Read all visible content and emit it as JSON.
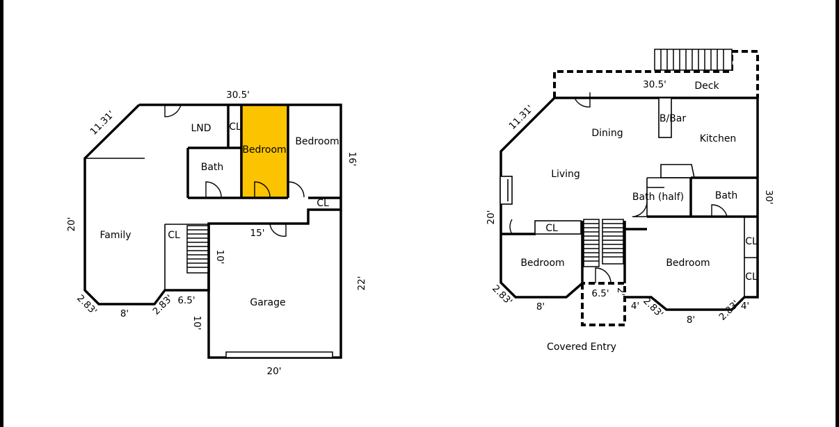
{
  "colors": {
    "highlight": "#FCC300",
    "wall": "#000000",
    "background": "#FFFFFF"
  },
  "lower_floor": {
    "rooms": {
      "lnd": "LND",
      "cl_top": "CL",
      "bedroom_highlight": "Bedroom",
      "bedroom": "Bedroom",
      "bath": "Bath",
      "cl_hall": "CL",
      "family": "Family",
      "cl_stair": "CL",
      "garage": "Garage"
    },
    "dims": {
      "top_width": "30.5'",
      "diag_top": "11.31'",
      "right_depth": "16'",
      "family_height": "20'",
      "hall_width": "15'",
      "stair_height": "10'",
      "diag_bottom_left": "2.83'",
      "bottom_left": "8'",
      "diag_bottom_mid": "2.83'",
      "mid_width": "6.5'",
      "garage_height": "22'",
      "garage_left": "10'",
      "garage_width": "20'"
    }
  },
  "upper_floor": {
    "rooms": {
      "deck": "Deck",
      "b_bar": "B/Bar",
      "dining": "Dining",
      "kitchen": "Kitchen",
      "living": "Living",
      "bath_half": "Bath (half)",
      "bath": "Bath",
      "cl_hall": "CL",
      "bedroom_left": "Bedroom",
      "bedroom_right": "Bedroom",
      "cl_right_top": "CL",
      "cl_right_bottom": "CL",
      "covered_entry": "Covered Entry"
    },
    "dims": {
      "deck_width": "30.5'",
      "diag_top": "11.31'",
      "right_depth": "30'",
      "left_height": "20'",
      "diag_bottom_left": "2.83'",
      "bottom_left": "8'",
      "entry_width": "6.5'",
      "entry_depth": "2'",
      "entry_side": "4'",
      "diag_bottom_mid": "2.83'",
      "bottom_right": "8'",
      "diag_bottom_right": "2.83'",
      "right_side": "4'"
    }
  }
}
